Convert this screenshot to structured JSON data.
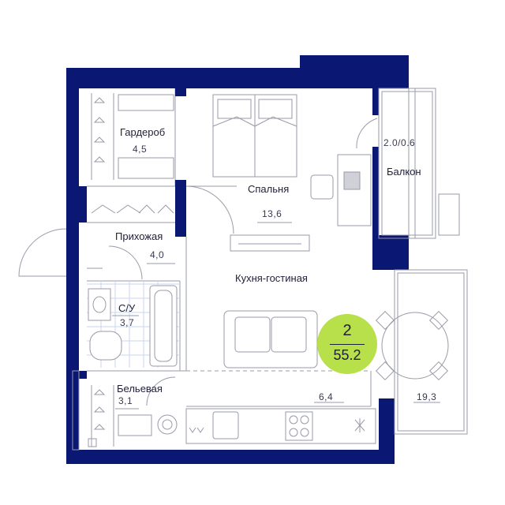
{
  "colors": {
    "wall": "#0a1773",
    "line": "#9a9aa8",
    "badge": "#b8e04a",
    "tile": "#c9d7ee"
  },
  "rooms": {
    "wardrobe": {
      "name": "Гардероб",
      "area": "4,5"
    },
    "bedroom": {
      "name": "Спальня",
      "area": "13,6"
    },
    "balcony": {
      "name": "Балкон",
      "area": "2.0/0.6"
    },
    "hallway": {
      "name": "Прихожая",
      "area": "4,0"
    },
    "living": {
      "name": "Кухня-гостиная"
    },
    "bathroom": {
      "name": "С/У",
      "area": "3,7"
    },
    "laundry": {
      "name": "Бельевая",
      "area": "3,1"
    },
    "kitchen": {
      "area": "6,4"
    },
    "dining": {
      "area": "19,3"
    }
  },
  "badge": {
    "rooms": "2",
    "total_area": "55.2"
  }
}
